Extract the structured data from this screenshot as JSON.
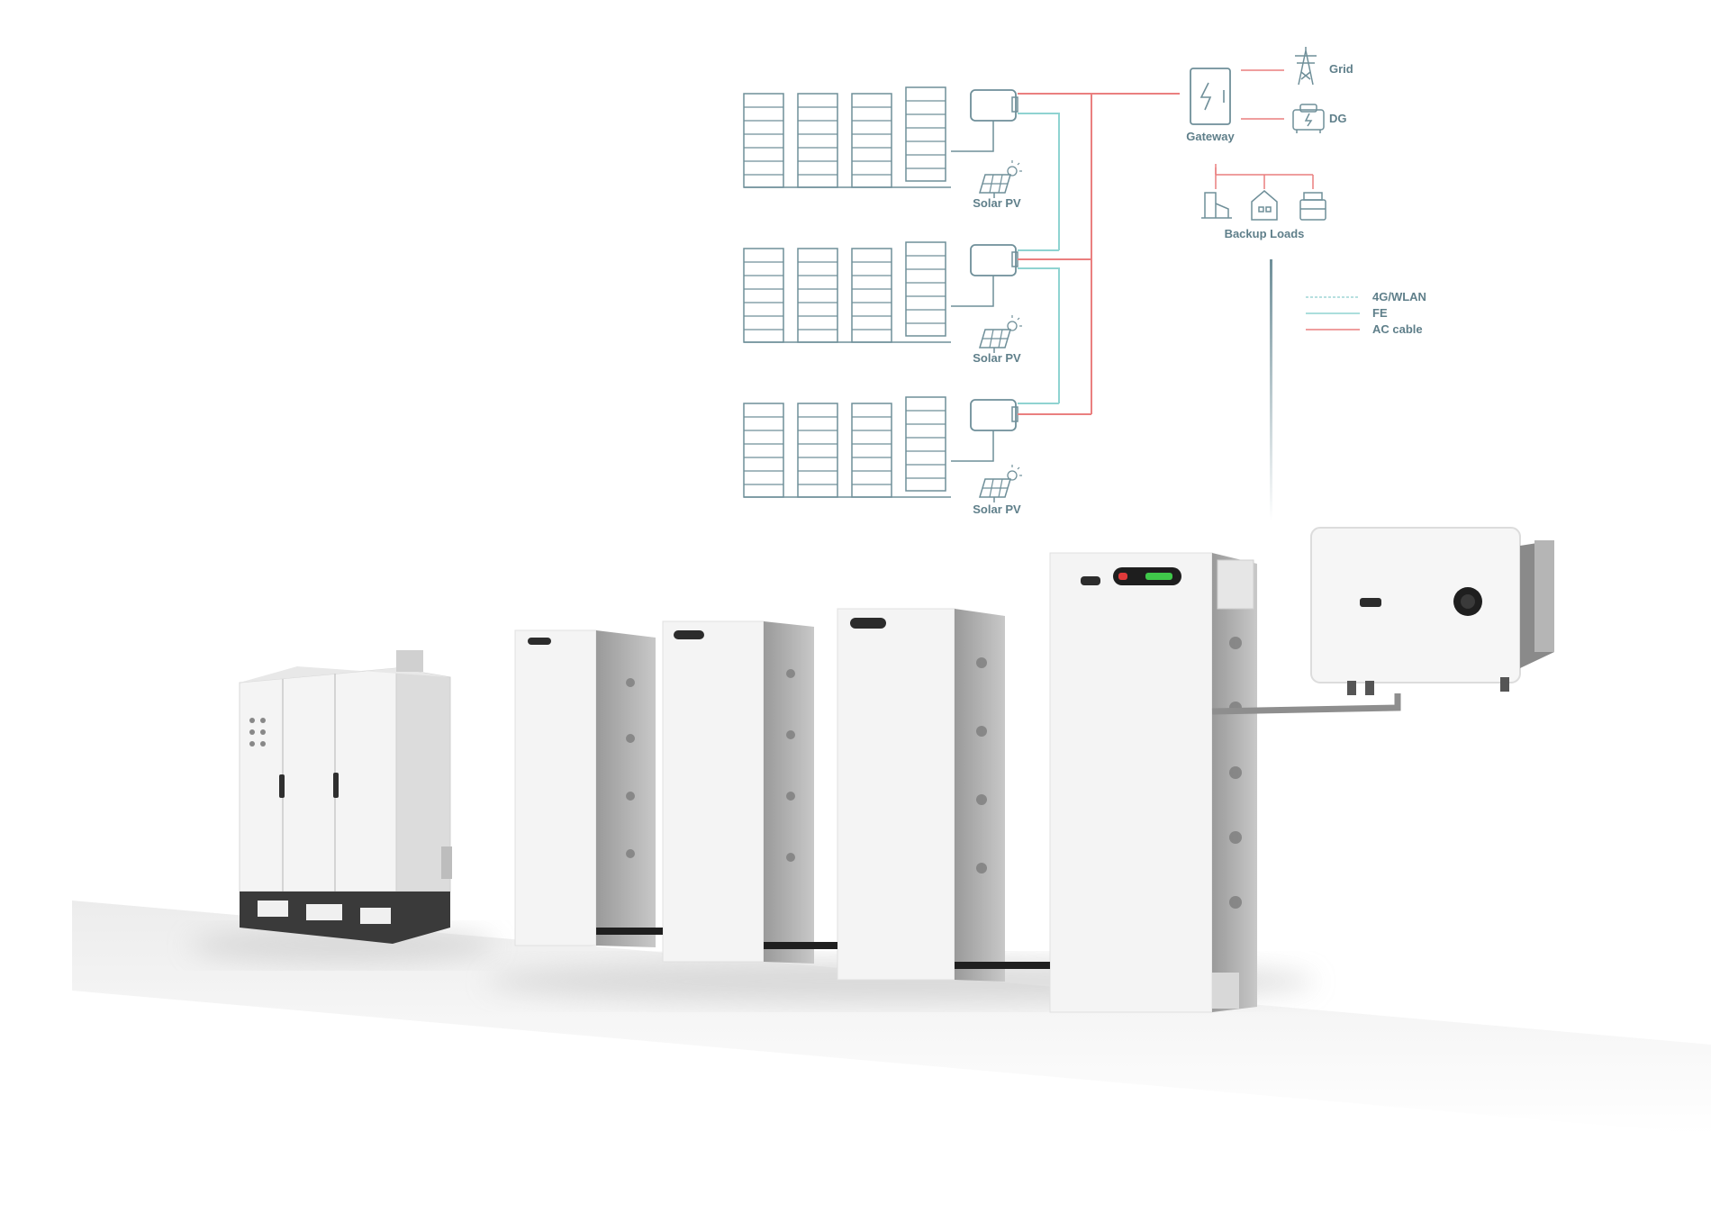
{
  "labels": {
    "solar_pv": "Solar PV",
    "gateway": "Gateway",
    "grid": "Grid",
    "dg": "DG",
    "backup_loads": "Backup Loads"
  },
  "legend": [
    {
      "label": "4G/WLAN",
      "style": "dashed",
      "color": "#9fd6d6"
    },
    {
      "label": "FE",
      "style": "solid",
      "color": "#8fd3d1"
    },
    {
      "label": "AC cable",
      "style": "solid",
      "color": "#ea7f7f"
    }
  ],
  "colors": {
    "diagram_line": "#6f8f99",
    "ac": "#ea7f7f",
    "fe": "#8fd3d1",
    "cabinet_white": "#f3f3f3",
    "frame_dark": "#3a3a3a"
  },
  "systems": [
    {
      "id": "system-1",
      "battery_towers": 4,
      "solar_label_key": "solar_pv"
    },
    {
      "id": "system-2",
      "battery_towers": 4,
      "solar_label_key": "solar_pv"
    },
    {
      "id": "system-3",
      "battery_towers": 4,
      "solar_label_key": "solar_pv"
    }
  ],
  "backup_loads": [
    "building-icon",
    "house-icon",
    "factory-icon"
  ]
}
